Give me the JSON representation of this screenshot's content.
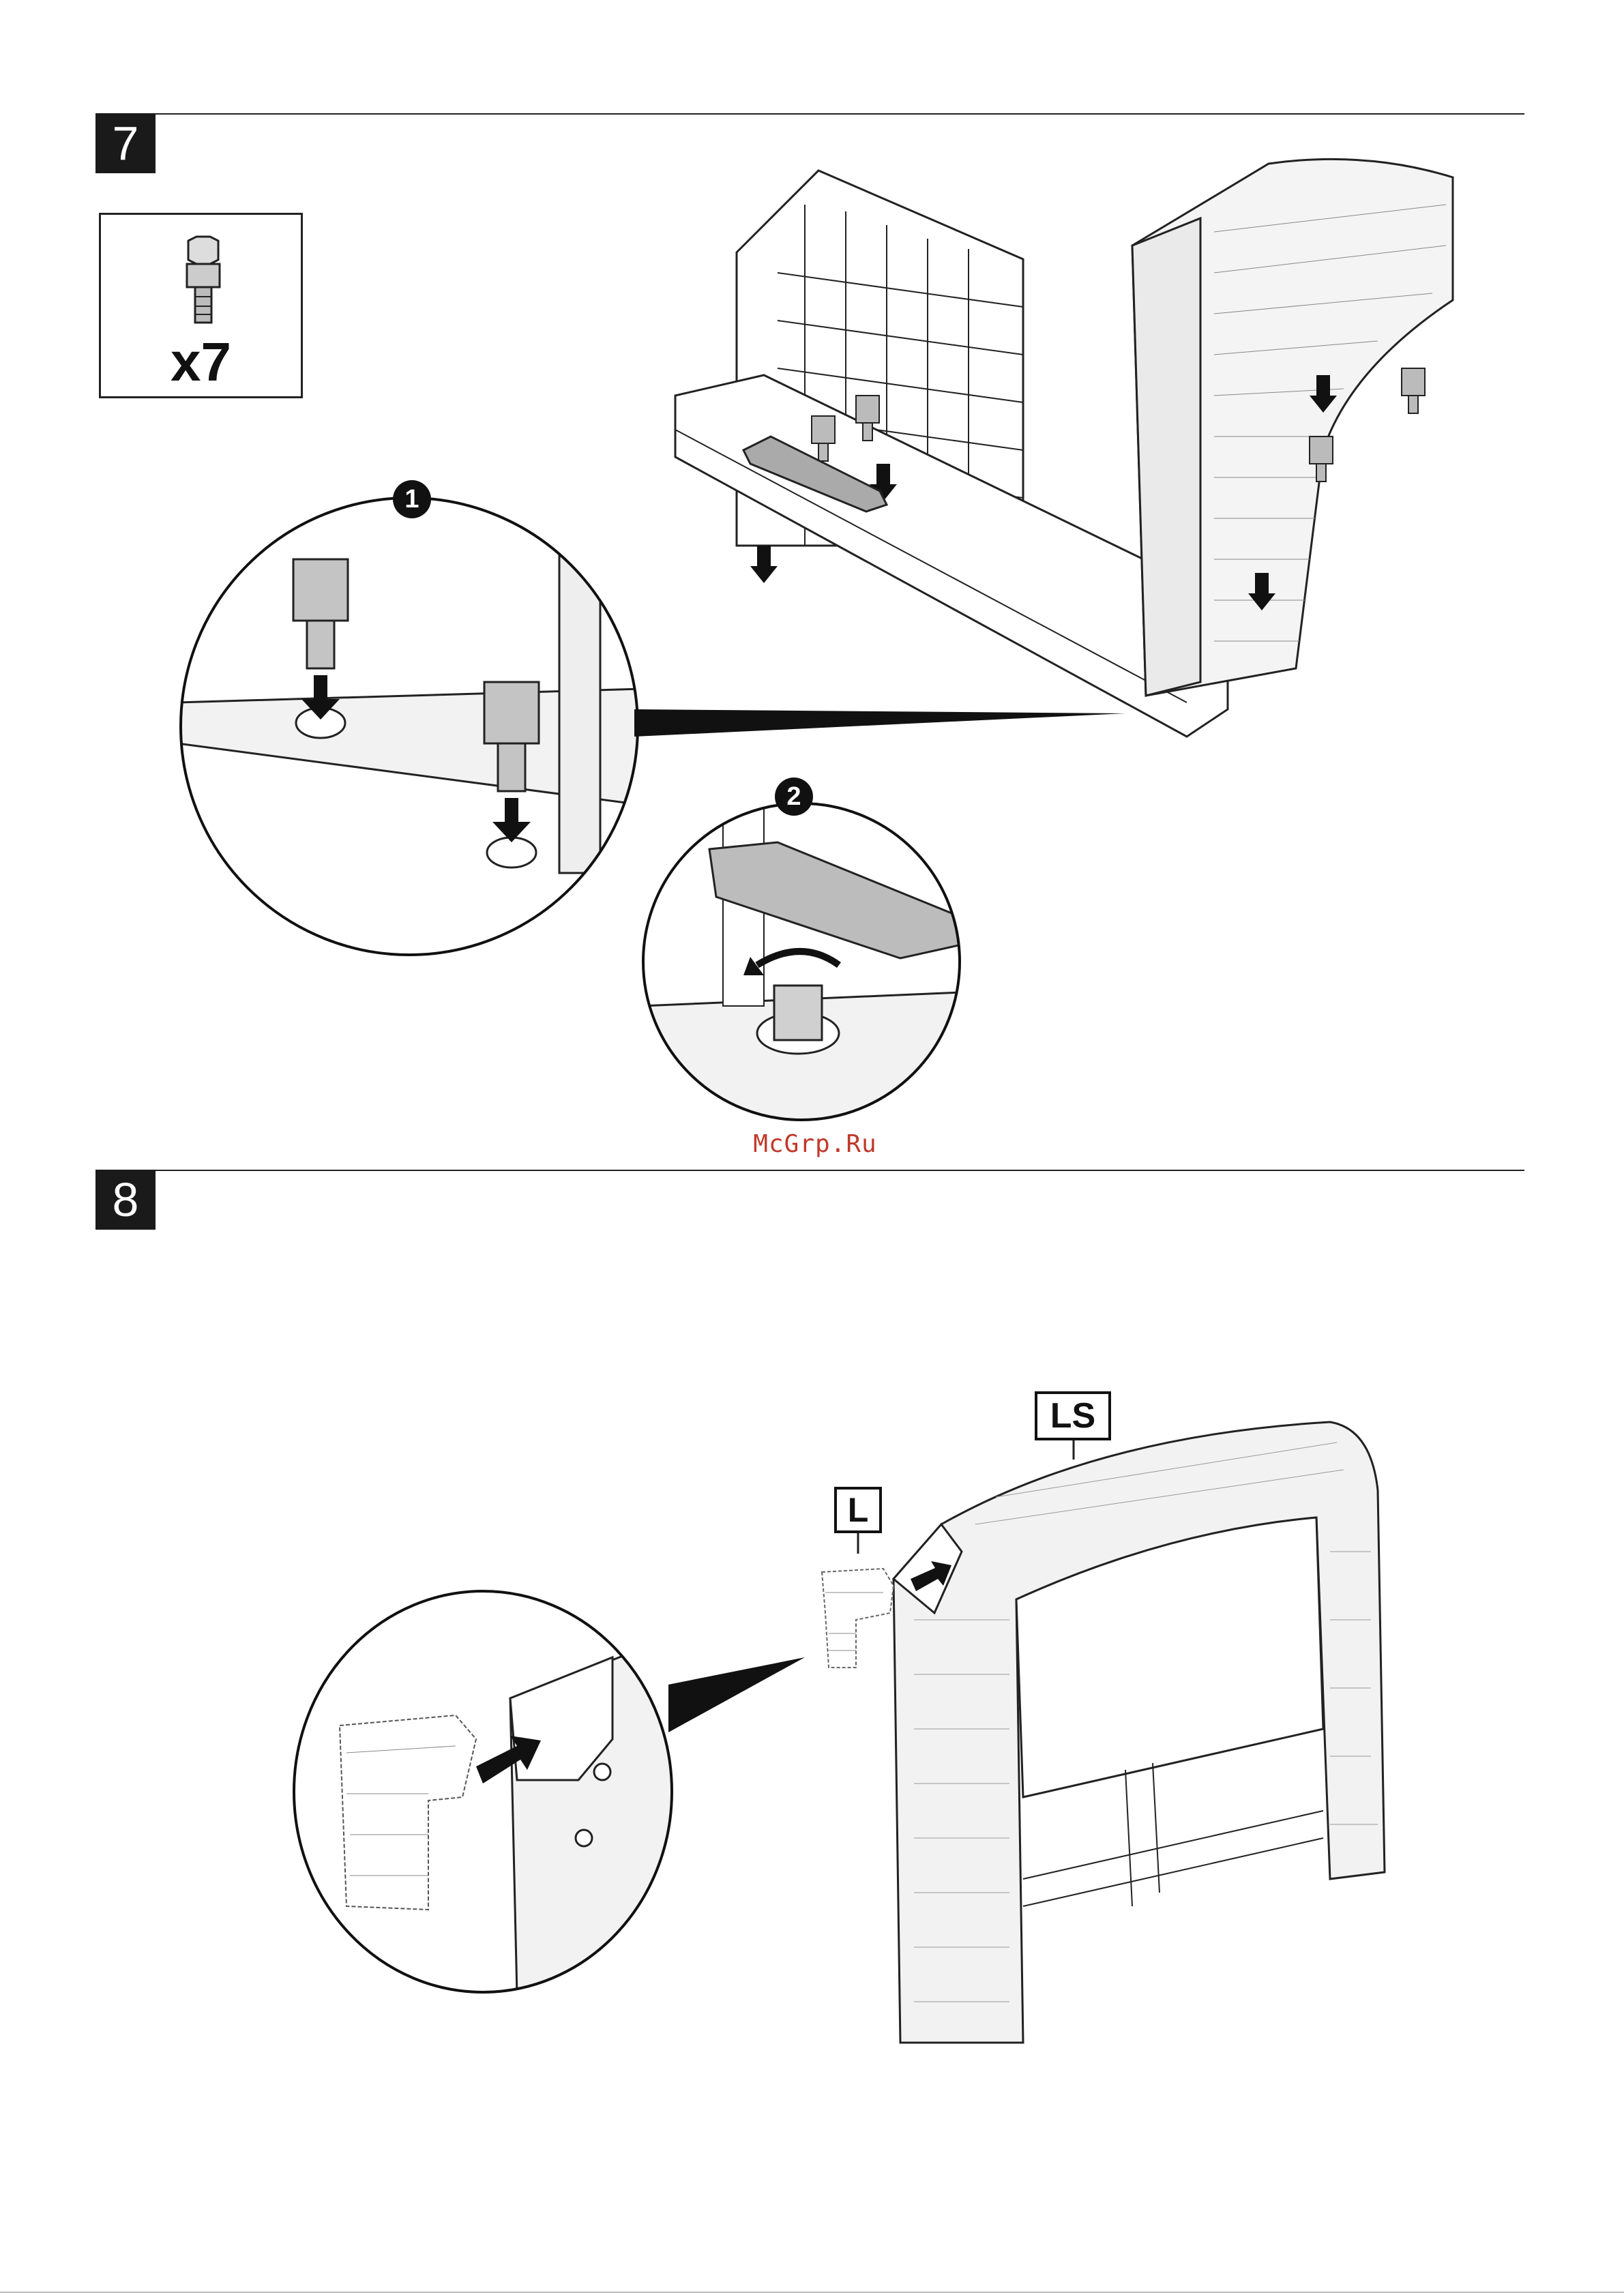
{
  "steps": [
    {
      "number": "7"
    },
    {
      "number": "8"
    }
  ],
  "step7": {
    "parts_count": "x7",
    "detail_badges": [
      "1",
      "2"
    ]
  },
  "step8": {
    "labels": {
      "frame": "LS",
      "part": "L"
    }
  },
  "watermark": "McGrp.Ru",
  "icons": [
    "screw-icon",
    "arrow-down-icon",
    "rotate-arrow-icon",
    "wrench-tool-icon",
    "magnifier-detail-icon"
  ]
}
